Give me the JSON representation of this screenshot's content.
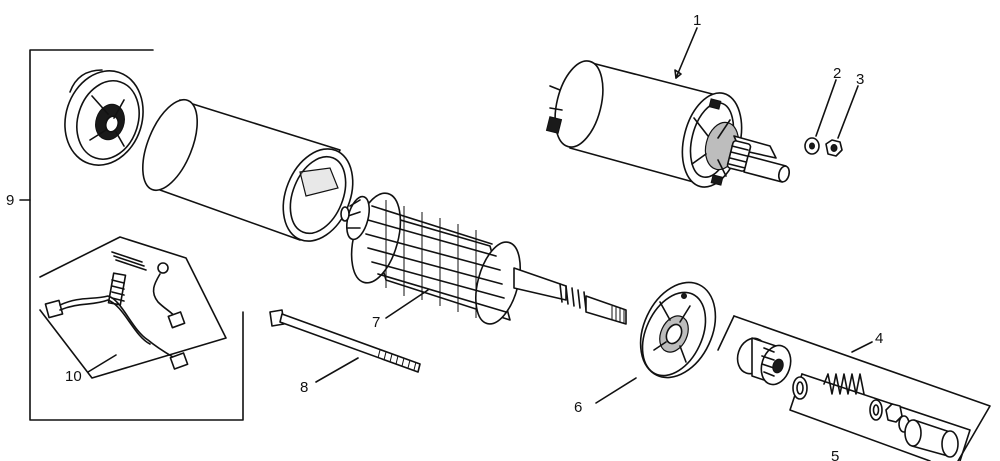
{
  "diagram": {
    "callouts": {
      "c1": "1",
      "c2": "2",
      "c3": "3",
      "c4": "4",
      "c5": "5",
      "c6": "6",
      "c7": "7",
      "c8": "8",
      "c9": "9",
      "c10": "10"
    },
    "caption": "",
    "colors": {
      "ink": "#111111",
      "paper": "#ffffff"
    }
  }
}
